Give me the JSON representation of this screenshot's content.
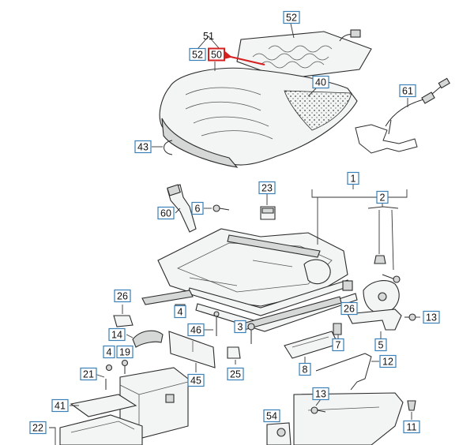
{
  "callouts": {
    "c52a": "52",
    "c52b": "52",
    "c50": "50",
    "c40": "40",
    "c61": "61",
    "c43": "43",
    "c23": "23",
    "c1": "1",
    "c2": "2",
    "c6": "6",
    "c60": "60",
    "c26a": "26",
    "c26b": "26",
    "c4a": "4",
    "c14": "14",
    "c46": "46",
    "c3": "3",
    "c7": "7",
    "c13a": "13",
    "c5": "5",
    "c8": "8",
    "c12": "12",
    "c25": "25",
    "c45": "45",
    "c4b": "4",
    "c19": "19",
    "c21": "21",
    "c41": "41",
    "c22": "22",
    "c13b": "13",
    "c54": "54",
    "c11": "11"
  },
  "labels": {
    "c51": "51"
  },
  "highlight": {
    "part": "50",
    "color": "#d62020"
  }
}
